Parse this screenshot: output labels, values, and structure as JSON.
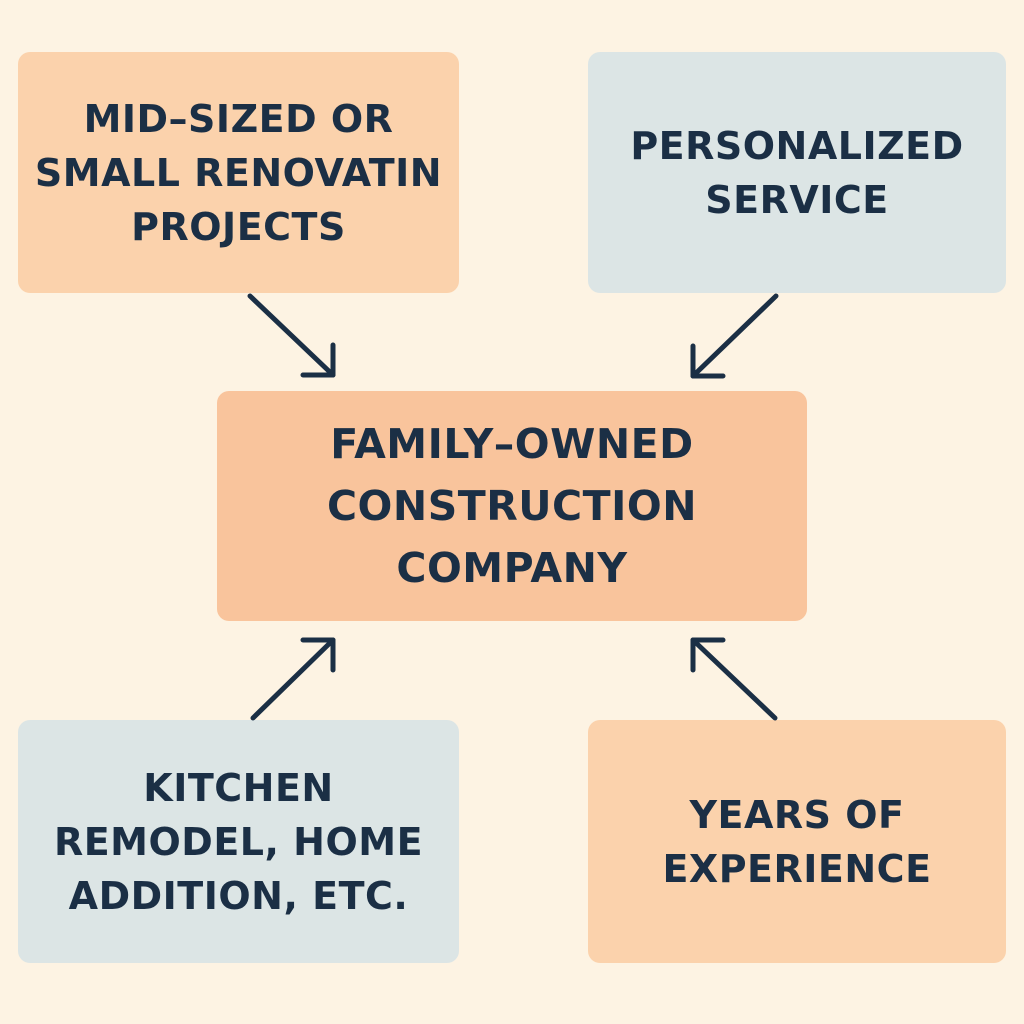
{
  "colors": {
    "background": "#fdf3e3",
    "peach": "#fbd2ac",
    "peach_center": "#f9c49c",
    "blue_gray": "#dce5e5",
    "text": "#1b2f45",
    "arrow": "#1b2f45"
  },
  "boxes": {
    "top_left": {
      "label": "MID–SIZED OR\nSMALL RENOVATIN\nPROJECTS"
    },
    "top_right": {
      "label": "PERSONALIZED\nSERVICE"
    },
    "center": {
      "label": "FAMILY–OWNED\nCONSTRUCTION\nCOMPANY"
    },
    "bottom_left": {
      "label": "KITCHEN\nREMODEL, HOME\nADDITION, ETC."
    },
    "bottom_right": {
      "label": "YEARS OF\nEXPERIENCE"
    }
  }
}
